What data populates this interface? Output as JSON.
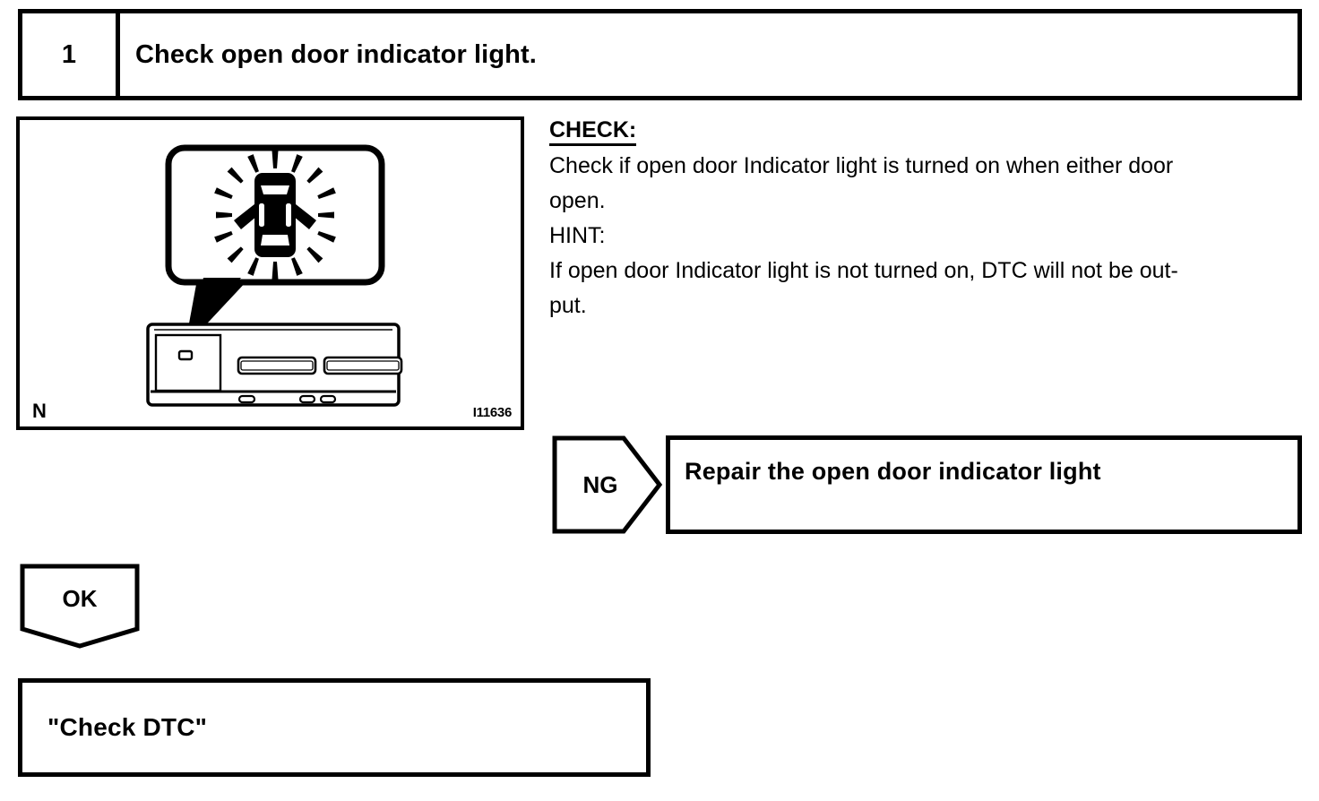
{
  "step": {
    "number": "1",
    "title": "Check open door indicator light."
  },
  "figure": {
    "corner_label": "N",
    "reference_code": "I11636",
    "icon_name": "open-door-indicator-glowing",
    "device_name": "instrument-cluster-panel"
  },
  "check": {
    "heading": "CHECK:",
    "body_line_1": "Check if open door Indicator light is turned on when either door",
    "body_line_2": "open.",
    "hint_heading": "HINT:",
    "hint_line_1": "If open door Indicator light is not turned on, DTC will not be out-",
    "hint_line_2": "put."
  },
  "branches": {
    "ng": {
      "label": "NG",
      "result": "Repair the open door indicator light"
    },
    "ok": {
      "label": "OK",
      "result": "\"Check DTC\""
    }
  },
  "colors": {
    "ink": "#000000",
    "paper": "#ffffff"
  }
}
